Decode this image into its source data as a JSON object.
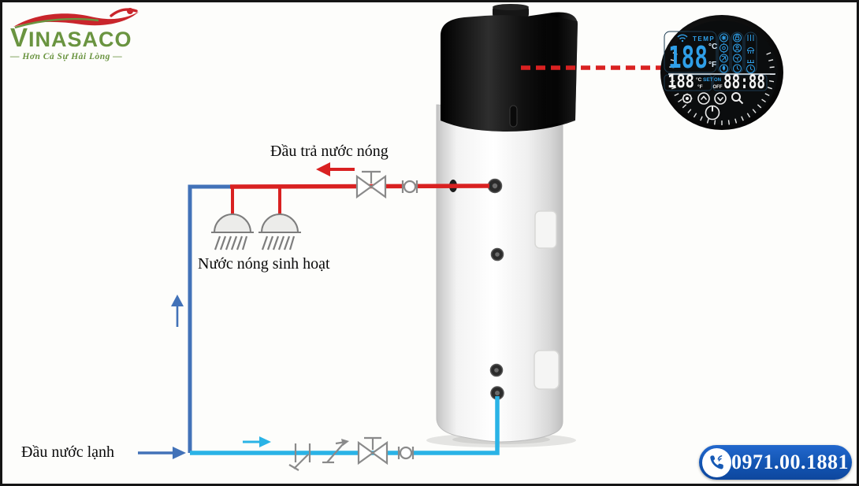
{
  "logo": {
    "brand": "VINASACO",
    "tagline": "— Hơn Cả Sự Hài Lòng —"
  },
  "diagram": {
    "hot_return_label": "Đầu trả nước nóng",
    "domestic_hot_label": "Nước nóng sinh hoạt",
    "cold_inlet_label": "Đầu nước lạnh"
  },
  "display": {
    "temp_label": "TEMP",
    "temp_value": "188",
    "temp_unit_c": "°C",
    "temp_unit_f": "°F",
    "set_value": "188",
    "set_unit_c": "°C",
    "set_label": "SET",
    "set_unit_f": "°F",
    "on_label": "ON",
    "off_label": "OFF",
    "timer_value": "88:88"
  },
  "contact": {
    "phone_number": "0971.00.1881"
  },
  "icons": {
    "swimmer-swoosh-icon": "red wave with swimmer above brand name",
    "wifi-icon": "wifi arcs on display",
    "mode-icon": "blue circular mode indicators on display grid",
    "gear-icon": "settings gear button",
    "up-arrow-icon": "circled chevron up button",
    "down-arrow-icon": "circled chevron down button",
    "search-icon": "magnifier button",
    "power-icon": "power button",
    "shower-head-icon": "gray shower head with spray lines",
    "gate-valve-icon": "bowtie valve with stem",
    "union-icon": "circle pipe union",
    "check-valve-icon": "diagonal check valve",
    "drain-valve-icon": "drain valve with diagonal spout",
    "phone-icon": "handset with signal waves"
  },
  "colors": {
    "hot_pipe": "#d92121",
    "cold_pipe": "#2ab3e6",
    "cold_supply_pipe": "#4272b8",
    "valve_gray": "#8a8a8a",
    "display_accent": "#2f9fe8",
    "badge_blue": "#1659b5",
    "logo_green": "#6a9440",
    "logo_red": "#c9252b"
  }
}
